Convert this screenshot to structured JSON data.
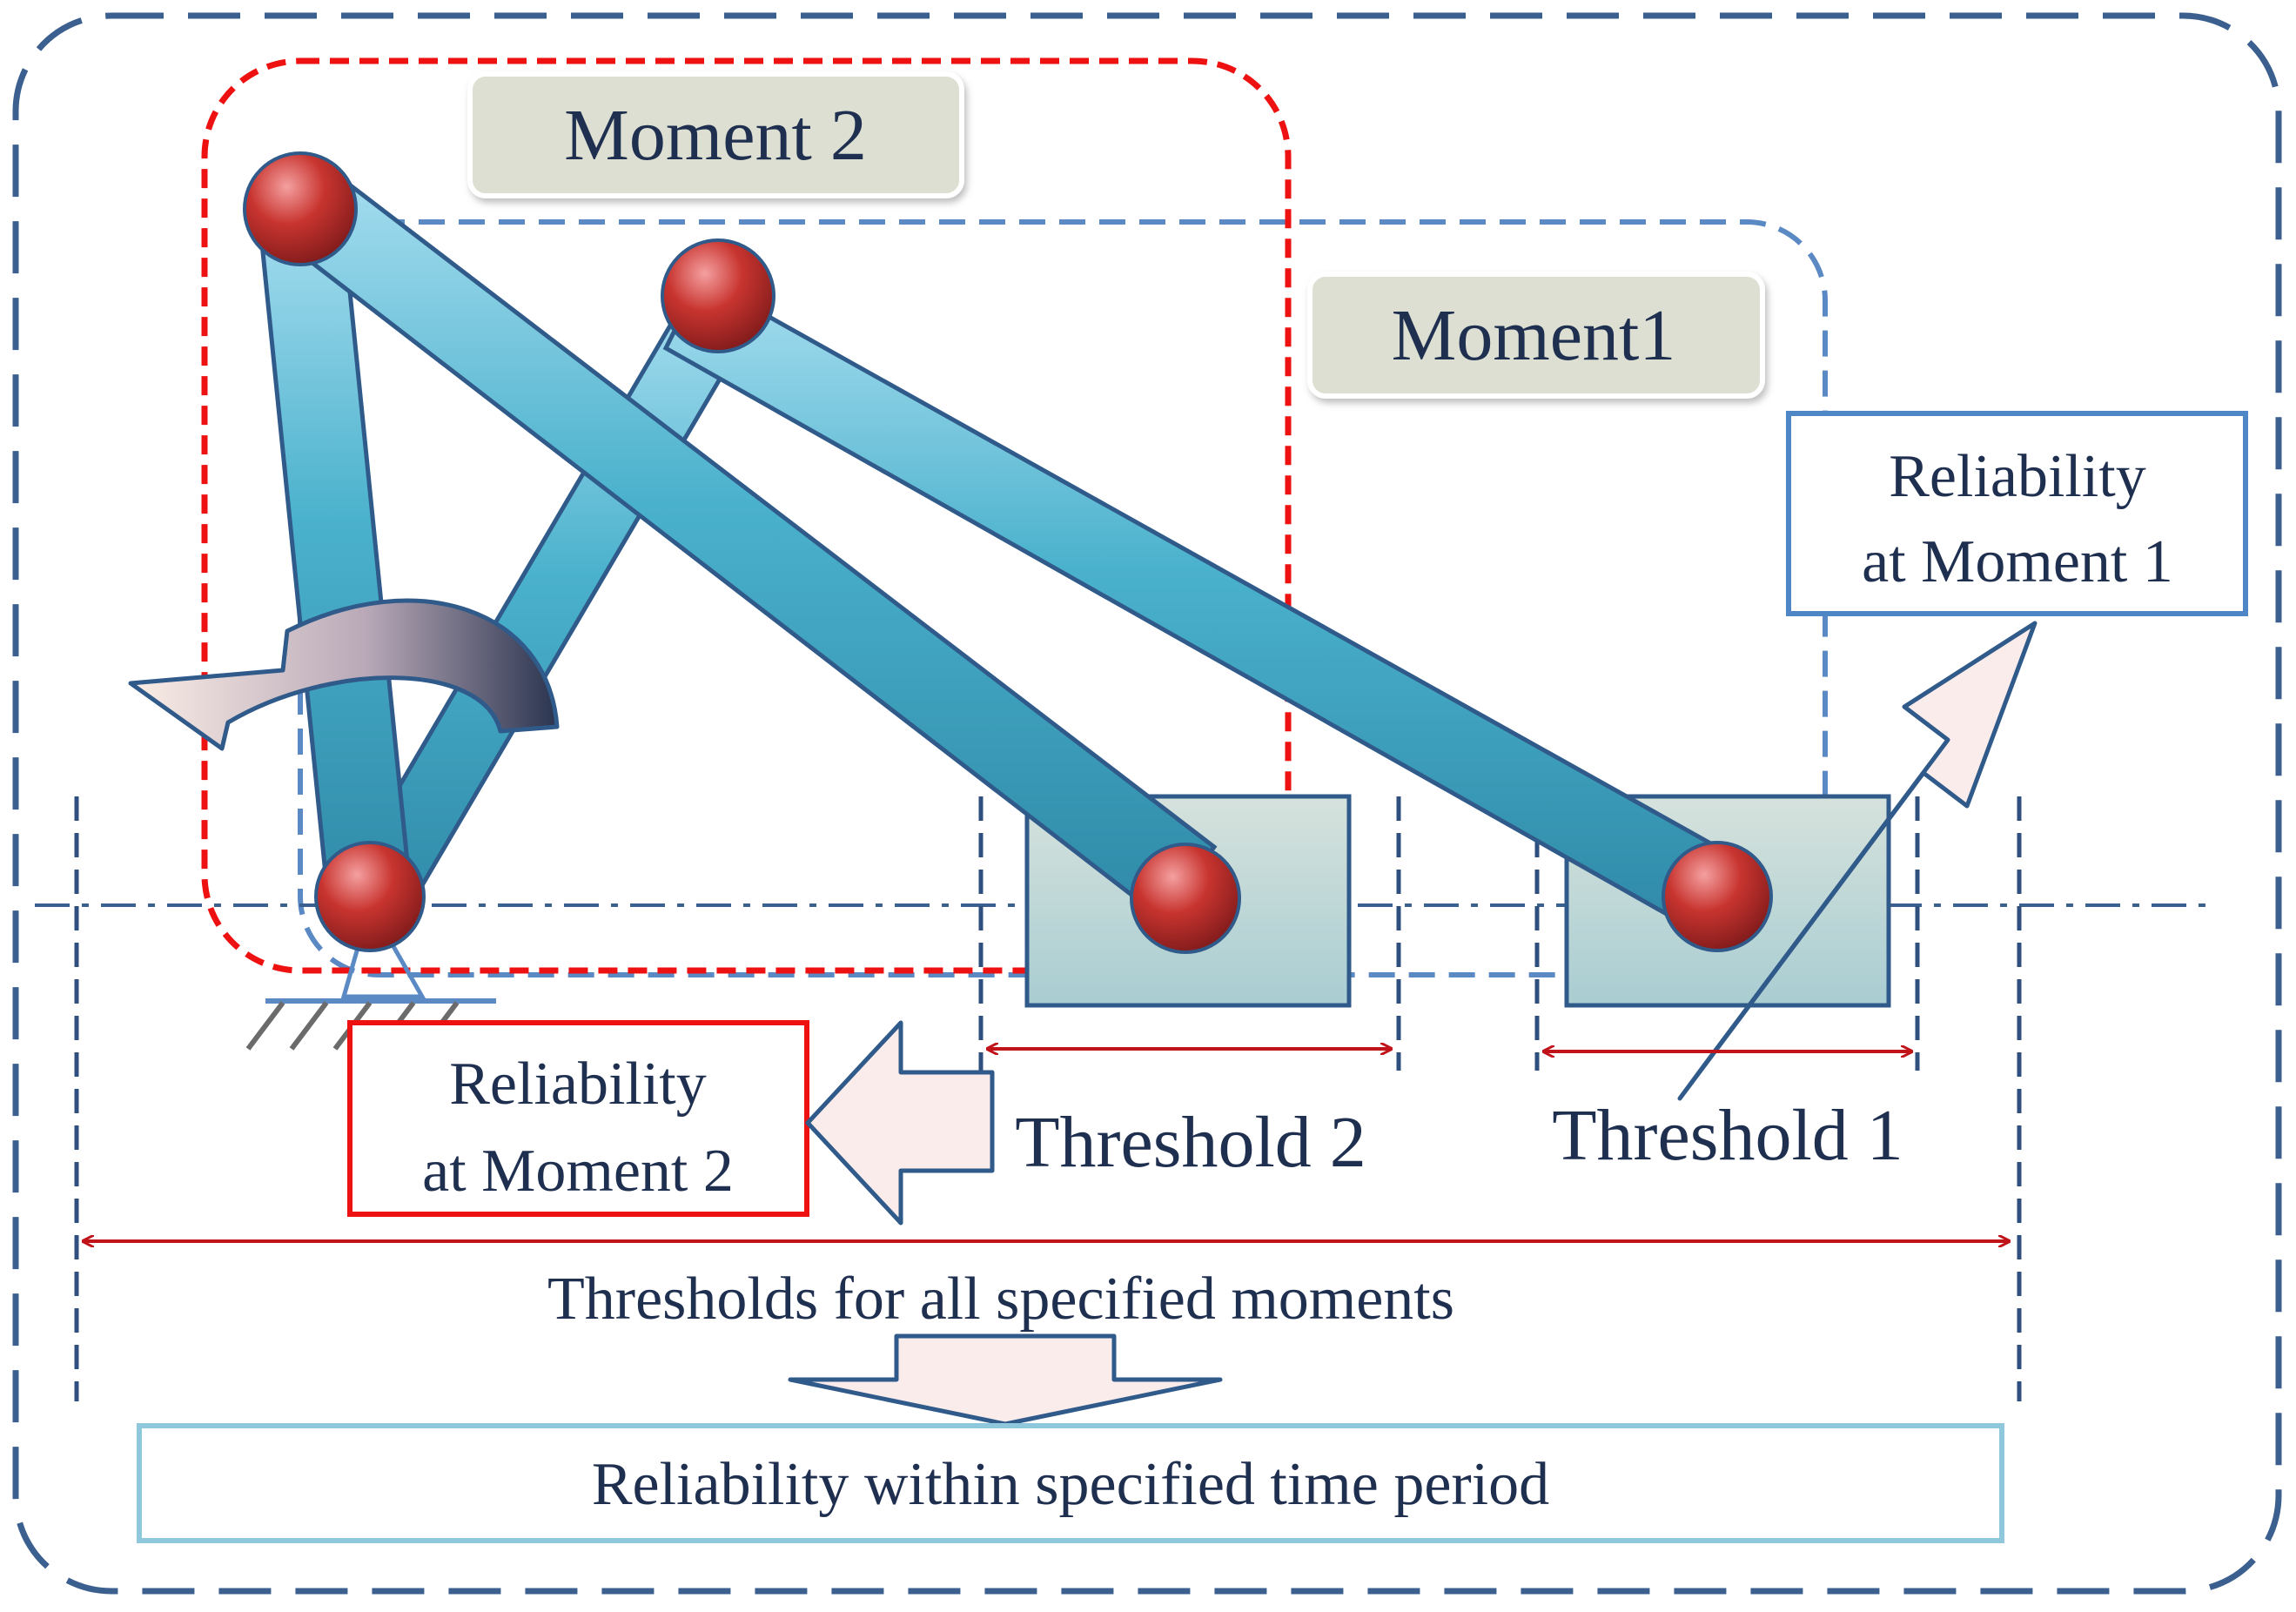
{
  "labels": {
    "moment2": "Moment 2",
    "moment1": "Moment1",
    "reliability_moment1_line1": "Reliability",
    "reliability_moment1_line2": "at Moment 1",
    "reliability_moment2_line1": "Reliability",
    "reliability_moment2_line2": "at Moment 2",
    "threshold2": "Threshold 2",
    "threshold1": "Threshold 1",
    "thresholds_all": "Thresholds for all specified moments",
    "reliability_period": "Reliability within specified time period"
  },
  "colors": {
    "outer_border": "#3b5f8f",
    "moment2_border": "#ee1111",
    "moment1_border": "#5b89c4",
    "link_fill": "#4aaec9",
    "link_stroke": "#2f5a8a",
    "joint_fill": "#c0392b",
    "dimension_arrow": "#c0131a",
    "label_box_fill": "#dcdfd2",
    "final_box_border": "#8fc8dc",
    "text": "#1f2f4f"
  }
}
